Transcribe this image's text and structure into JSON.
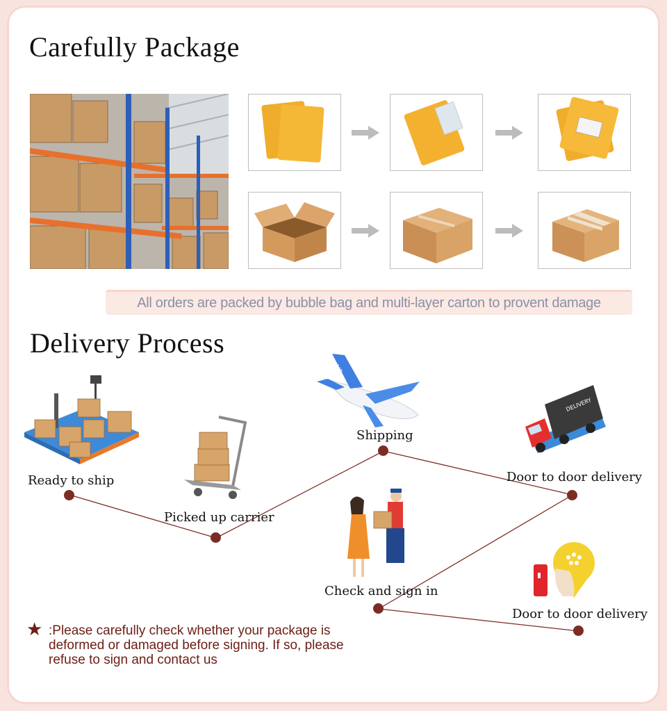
{
  "package": {
    "title": "Carefully Package",
    "banner": "All orders are packed by bubble bag and multi-layer carton to provent damage"
  },
  "delivery": {
    "title": "Delivery Process",
    "steps": [
      {
        "label": "Ready to ship"
      },
      {
        "label": "Picked up carrier"
      },
      {
        "label": "Shipping"
      },
      {
        "label": "Door to door delivery"
      },
      {
        "label": "Check and sign in"
      },
      {
        "label": "Door to door delivery"
      }
    ],
    "plane_text": "AIR",
    "truck_text": "DELIVERY",
    "note": ":Please carefully check whether your package is deformed or damaged before signing. If so, please refuse to sign and contact us"
  },
  "colors": {
    "accent": "#7b2d24",
    "banner_bg": "#fbe9e4",
    "banner_text": "#8d8fa5",
    "mailer": "#f2b233",
    "carton": "#d7a46a"
  }
}
